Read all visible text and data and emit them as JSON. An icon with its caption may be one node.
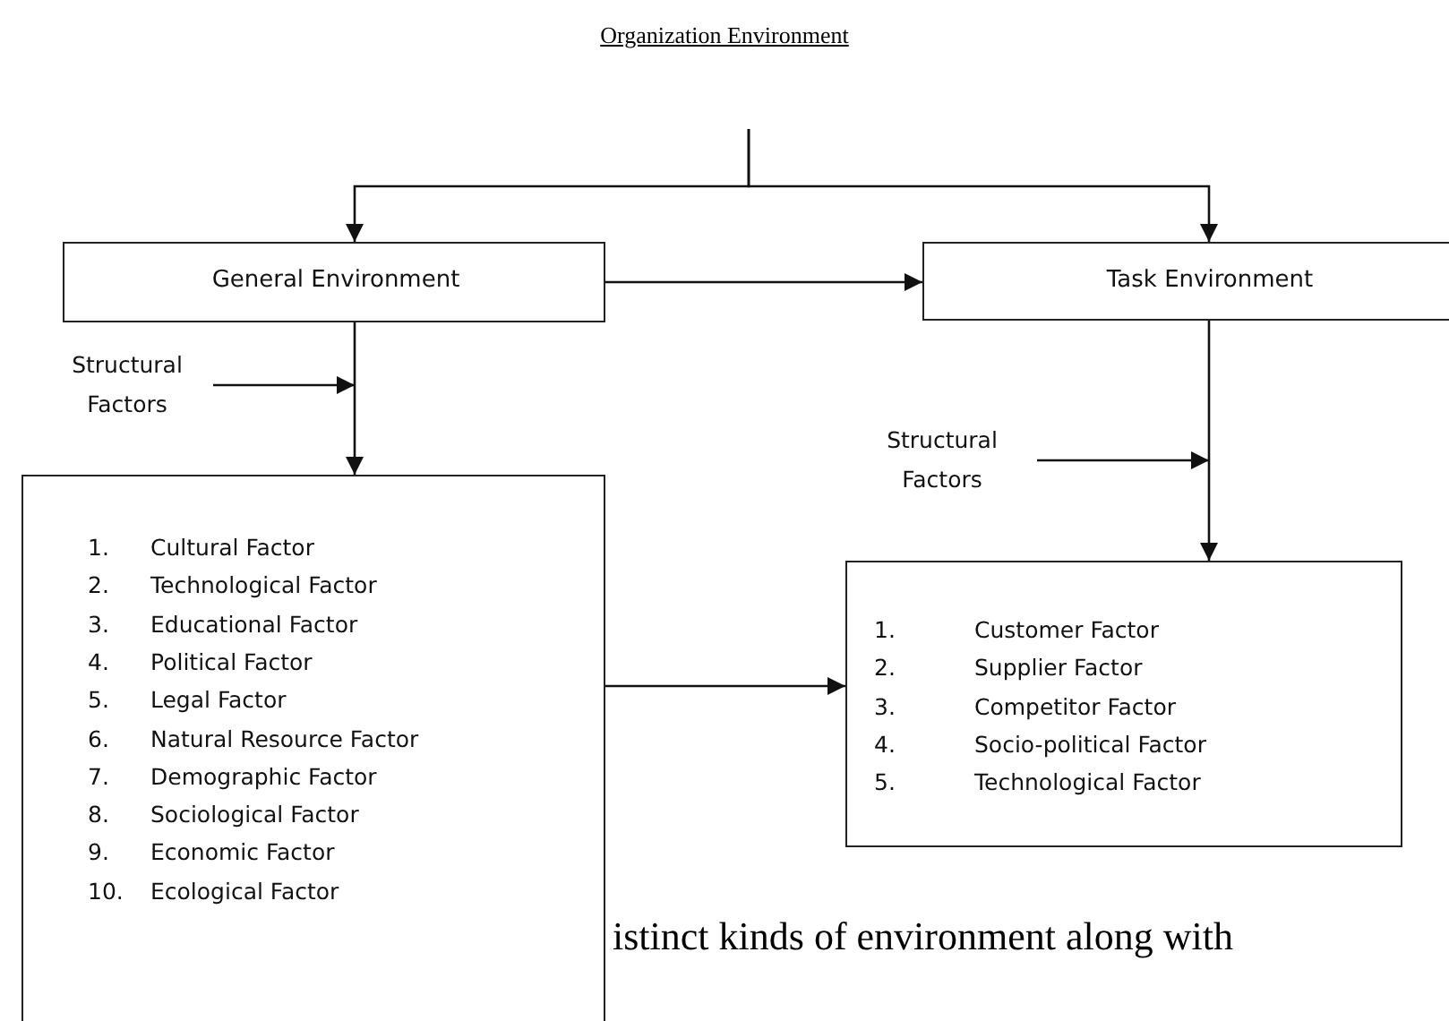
{
  "diagram": {
    "title": "Organization Environment",
    "nodes": [
      {
        "text": [
          "General Environment"
        ]
      },
      {
        "text": [
          "Task Environment"
        ]
      },
      {
        "text": [
          "Structural Factors"
        ]
      },
      {
        "text": [
          "1. Cultural Factor",
          "2. Technological Factor",
          "3. Educational Factor",
          "4. Political Factor",
          "5. Legal Factor",
          "6. Natural Resource Factor",
          "7. Demographic Factor",
          "8. Sociological Factor",
          "9. Economic Factor",
          "10. Ecological Factor"
        ]
      },
      {
        "text": [
          "Structural Factors"
        ]
      },
      {
        "text": [
          "1. Customer Factor",
          "2. Supplier Factor",
          "3. Competitor Factor",
          "4. Socio-political Factor",
          "5. Technological Factor"
        ]
      }
    ],
    "edges": [
      {
        "from": null,
        "to": 0,
        "arrow": "to"
      },
      {
        "from": null,
        "to": 1,
        "arrow": "to"
      },
      {
        "from": 0,
        "to": 1,
        "arrow": "to"
      },
      {
        "from": 0,
        "to": 3,
        "arrow": "to"
      },
      {
        "from": 2,
        "to": null,
        "arrow": "to"
      },
      {
        "from": 1,
        "to": 5,
        "arrow": "to"
      },
      {
        "from": 4,
        "to": null,
        "arrow": "to"
      },
      {
        "from": 3,
        "to": 5,
        "arrow": "to"
      }
    ],
    "labels": [
      "istinct kinds of environment along with"
    ]
  }
}
